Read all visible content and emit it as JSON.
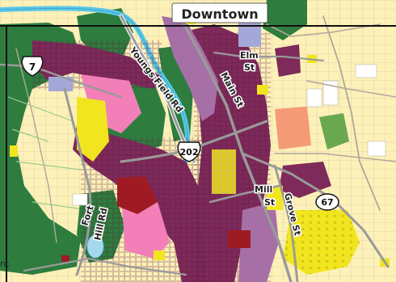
{
  "map": {
    "title": "Downtown",
    "edge_fragment": "nt",
    "colors": {
      "residential": "#fdf1b8",
      "commercial": "#f1e51f",
      "mixed_use": "#7e2a5a",
      "institutional": "#a66fa6",
      "park": "#2e7d3e",
      "open_space": "#6aa84f",
      "industrial": "#f27fb8",
      "civic": "#9e1b24",
      "utility": "#a3a8d8",
      "office": "#f59a76",
      "river": "#5bc8e8",
      "road": "#9a9a9a",
      "parcel_line": "#b8b0a0",
      "frame": "#111111"
    },
    "shields": [
      {
        "route": "7",
        "kind": "us-route"
      },
      {
        "route": "202",
        "kind": "us-route"
      },
      {
        "route": "67",
        "kind": "state-route"
      }
    ],
    "street_labels": [
      {
        "text": "Youngs Field Rd"
      },
      {
        "text": "Elm"
      },
      {
        "text": "St"
      },
      {
        "text": "Main St"
      },
      {
        "text": "Mill"
      },
      {
        "text": "St"
      },
      {
        "text": "Grove St"
      },
      {
        "text": "Fort"
      },
      {
        "text": "Hill Rd"
      }
    ]
  }
}
